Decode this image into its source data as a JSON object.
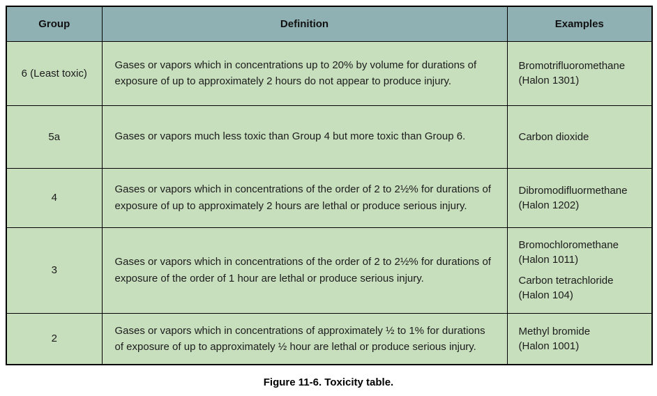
{
  "table": {
    "columns": [
      "Group",
      "Definition",
      "Examples"
    ],
    "rows": [
      {
        "group": "6 (Least toxic)",
        "definition": "Gases or vapors which in concentrations up to 20% by volume for durations of exposure of up to approximately 2 hours do not appear to produce injury.",
        "examples": [
          [
            "Bromotrifluoromethane",
            "(Halon 1301)"
          ]
        ]
      },
      {
        "group": "5a",
        "definition": "Gases or vapors much less toxic than Group 4 but more toxic than Group 6.",
        "examples": [
          [
            "Carbon dioxide"
          ]
        ]
      },
      {
        "group": "4",
        "definition": "Gases or vapors which in concentrations of the order of 2 to 2½% for durations of exposure of up to approximately 2 hours are lethal or produce serious injury.",
        "examples": [
          [
            "Dibromodifluormethane",
            "(Halon 1202)"
          ]
        ]
      },
      {
        "group": "3",
        "definition": "Gases or vapors which in concentrations of the order of 2 to 2½% for durations of exposure of the order of 1 hour are lethal or produce serious injury.",
        "examples": [
          [
            "Bromochloromethane",
            "(Halon 1011)"
          ],
          [
            "Carbon tetrachloride",
            "(Halon 104)"
          ]
        ]
      },
      {
        "group": "2",
        "definition": "Gases or vapors which in concentrations of approximately ½ to 1% for durations of exposure of up to approximately ½ hour are lethal or produce serious injury.",
        "examples": [
          [
            "Methyl bromide",
            "(Halon 1001)"
          ]
        ]
      }
    ]
  },
  "caption": "Figure 11-6. Toxicity table.",
  "colors": {
    "header_bg": "#8FB1B3",
    "row_bg": "#C7DFBD",
    "border": "#000000",
    "text": "#1C1C1C"
  }
}
